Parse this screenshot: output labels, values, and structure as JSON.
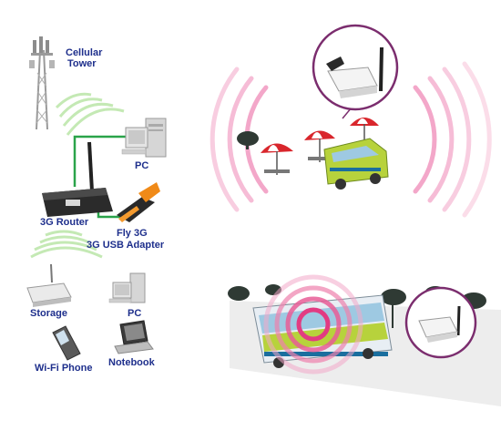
{
  "labels": {
    "cell_tower_line1": "Cellular",
    "cell_tower_line2": "Tower",
    "pc_top": "PC",
    "router": "3G Router",
    "adapter_line1": "Fly 3G",
    "adapter_line2": "3G USB Adapter",
    "storage": "Storage",
    "pc_bottom": "PC",
    "phone": "Wi-Fi Phone",
    "notebook": "Notebook"
  },
  "colors": {
    "label_text": "#1e2f8c",
    "cable": "#2aa34a",
    "signal_green": "#b8e4a8",
    "signal_pink": "#e23b82",
    "callout_ring": "#7b2d6e",
    "bus_green": "#b7d23c",
    "bus_stripe": "#1a6e9e",
    "umbrella_red": "#d9262c"
  },
  "icons": [
    "cellular-tower-icon",
    "pc-icon",
    "router-icon",
    "usb-adapter-icon",
    "storage-icon",
    "notebook-icon",
    "wifi-phone-icon"
  ]
}
